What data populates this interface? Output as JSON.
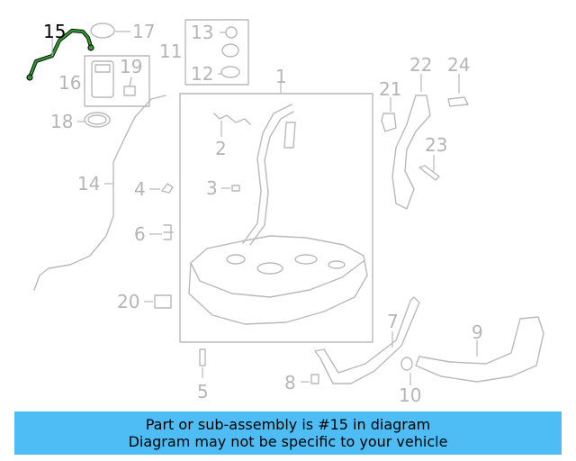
{
  "diagram": {
    "highlighted_part": "15",
    "highlight_color": "#2a9d2a",
    "callouts": {
      "c1": "1",
      "c2": "2",
      "c3": "3",
      "c4": "4",
      "c5": "5",
      "c6": "6",
      "c7": "7",
      "c8": "8",
      "c9": "9",
      "c10": "10",
      "c11": "11",
      "c12": "12",
      "c13": "13",
      "c14": "14",
      "c15": "15",
      "c16": "16",
      "c17": "17",
      "c18": "18",
      "c19": "19",
      "c20": "20",
      "c21": "21",
      "c22": "22",
      "c23": "23",
      "c24": "24"
    }
  },
  "banner": {
    "line1": "Part or sub-assembly is #15 in diagram",
    "line2": "Diagram may not be specific to your vehicle",
    "background": "#4ebdf5"
  }
}
